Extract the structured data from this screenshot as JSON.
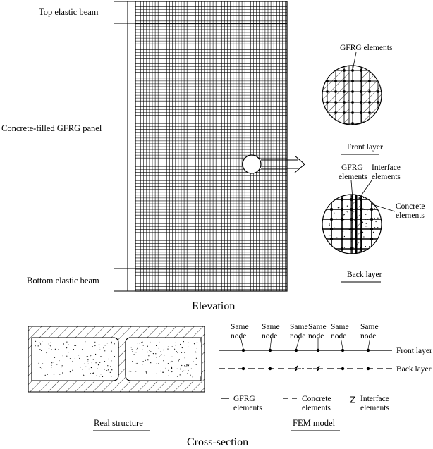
{
  "labels": {
    "top_beam": "Top elastic beam",
    "panel": "Concrete-filled GFRG panel",
    "bottom_beam": "Bottom elastic beam",
    "elevation": "Elevation",
    "cross_section": "Cross-section"
  },
  "details": {
    "front_gfrg": "GFRG elements",
    "front_caption": "Front layer",
    "gfrg_line1": "GFRG",
    "gfrg_line2": "elements",
    "interface_line1": "Interface",
    "interface_line2": "elements",
    "concrete_line1": "Concrete",
    "concrete_line2": "elements",
    "back_caption": "Back layer"
  },
  "cross_section": {
    "real_caption": "Real structure",
    "fem_caption": "FEM model",
    "same_node_line1": "Same",
    "same_node_line2": "node",
    "front_layer": "Front layer",
    "back_layer": "Back layer",
    "legend": {
      "gfrg_line1": "GFRG",
      "gfrg_line2": "elements",
      "concrete_line1": "Concrete",
      "concrete_line2": "elements",
      "interface_line1": "Interface",
      "interface_line2": "elements"
    }
  }
}
